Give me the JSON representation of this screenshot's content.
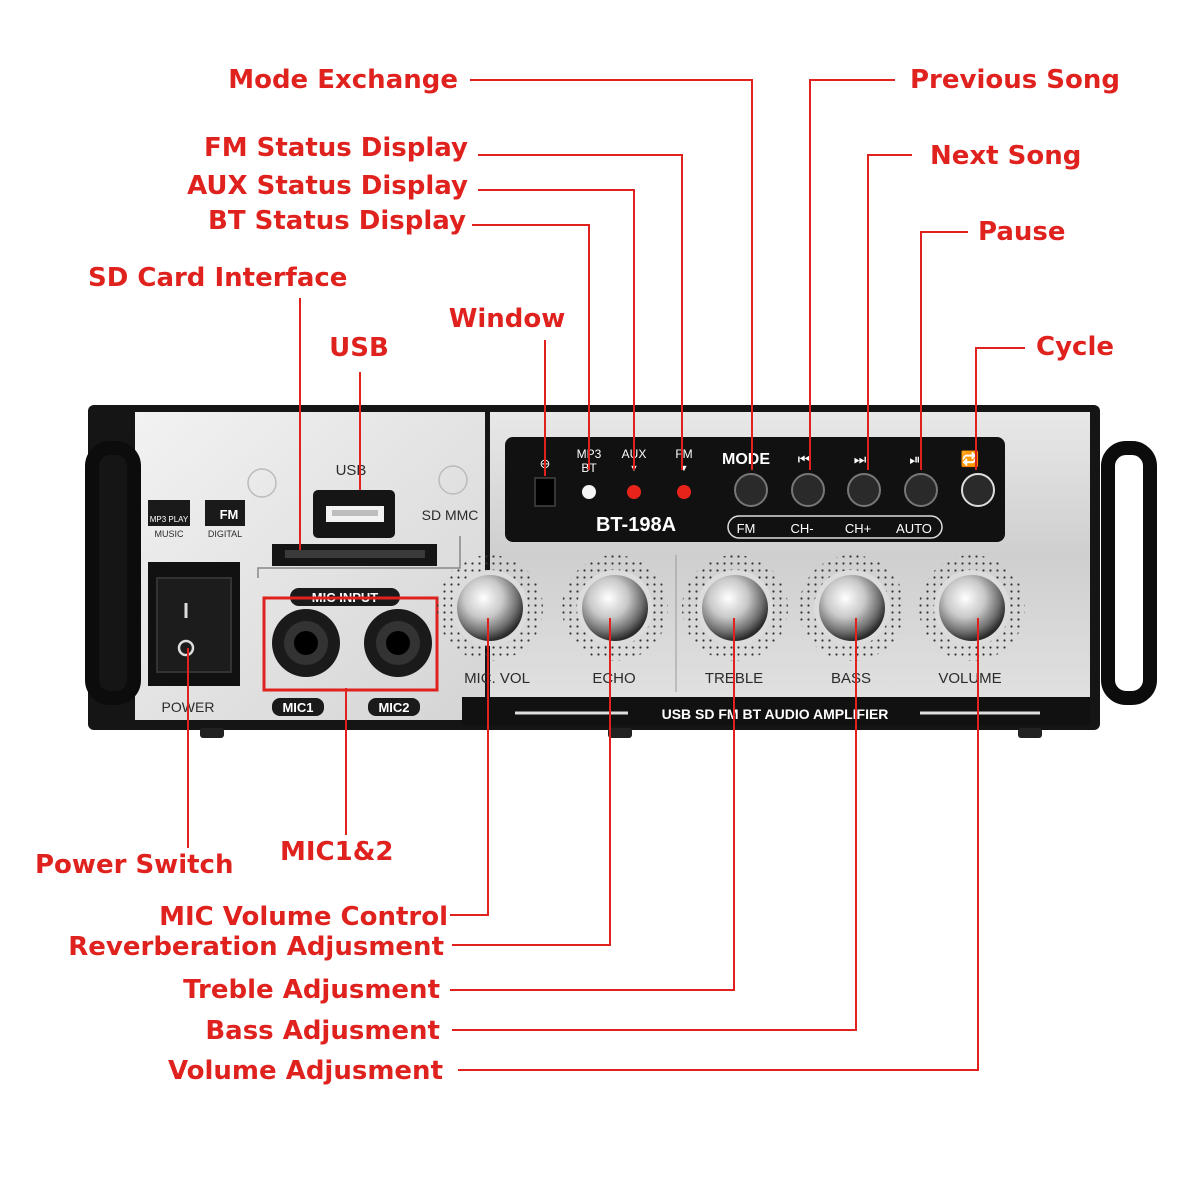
{
  "diagram": {
    "device": {
      "model": "BT-198A",
      "strip_text": "USB SD FM BT AUDIO AMPLIFIER",
      "usb_label": "USB",
      "sd_label": "SD MMC",
      "mp3_logo": "MP3 PLAY",
      "music_label": "MUSIC",
      "fm_logo": "FM",
      "digital_label": "DIGITAL",
      "power_label": "POWER",
      "mic_input_label": "MIC INPUT",
      "mic1_label": "MIC1",
      "mic2_label": "MIC2",
      "display": {
        "mp3_line1": "MP3",
        "mp3_line2": "BT",
        "aux_label": "AUX",
        "fm_label": "FM",
        "mode_label": "MODE",
        "fm_btn": "FM",
        "ch_minus": "CH-",
        "ch_plus": "CH+",
        "auto_btn": "AUTO"
      },
      "knobs": [
        "MIC. VOL",
        "ECHO",
        "TREBLE",
        "BASS",
        "VOLUME"
      ],
      "colors": {
        "led_red": "#e8241a",
        "panel_silver": "#d9d9d9",
        "display_black": "#111111"
      }
    },
    "callouts": {
      "mode_exchange": "Mode Exchange",
      "fm_status": "FM Status Display",
      "aux_status": "AUX Status Display",
      "bt_status": "BT Status Display",
      "sd_card": "SD Card Interface",
      "usb": "USB",
      "window": "Window",
      "previous_song": "Previous Song",
      "next_song": "Next Song",
      "pause": "Pause",
      "cycle": "Cycle",
      "power_switch": "Power Switch",
      "mic12": "MIC1&2",
      "mic_volume": "MIC Volume Control",
      "reverb": "Reverberation Adjusment",
      "treble": "Treble Adjusment",
      "bass": "Bass Adjusment",
      "volume": "Volume Adjusment"
    },
    "callout_color": "#e0221f"
  }
}
